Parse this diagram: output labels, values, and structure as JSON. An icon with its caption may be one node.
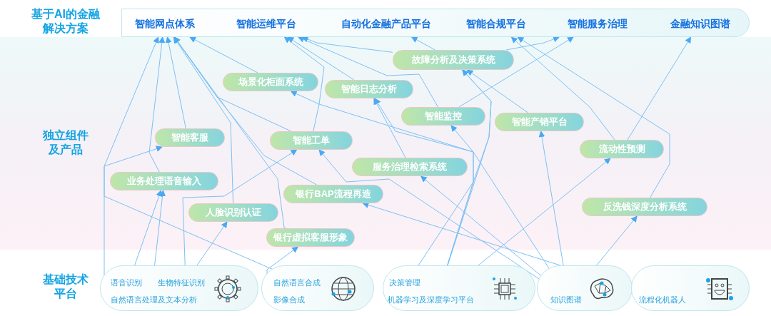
{
  "diagram": {
    "nodes": [
      {
        "text": [],
        "shape": "box"
      },
      {
        "text": [
          "智能网点体系"
        ],
        "in": 0
      },
      {
        "text": [
          "智能运维平台"
        ],
        "in": 0
      },
      {
        "text": [
          "自动化金融产品平台"
        ],
        "in": 0
      },
      {
        "text": [
          "智能合规平台"
        ],
        "in": 0
      },
      {
        "text": [
          "智能服务治理"
        ],
        "in": 0
      },
      {
        "text": [
          "金融知识图谱"
        ],
        "in": 0
      },
      {
        "text": [
          "故障分析及决策系统"
        ]
      },
      {
        "text": [
          "场景化柜面系统"
        ]
      },
      {
        "text": [
          "智能日志分析"
        ]
      },
      {
        "text": [
          "智能监控"
        ]
      },
      {
        "text": [
          "智能产销平台"
        ]
      },
      {
        "text": [
          "智能客服"
        ]
      },
      {
        "text": [
          "智能工单"
        ]
      },
      {
        "text": [
          "流动性预测"
        ]
      },
      {
        "text": [
          "服务治理检索系统"
        ]
      },
      {
        "text": [
          "业务处理语音输入"
        ]
      },
      {
        "text": [
          "银行BAP流程再造"
        ]
      },
      {
        "text": [
          "人脸识别认证"
        ]
      },
      {
        "text": [
          "反洗钱深度分析系统"
        ]
      },
      {
        "text": [
          "银行虚拟客服形象"
        ]
      },
      {
        "text": [],
        "shape": "box"
      },
      {
        "text": [
          "语音识别"
        ],
        "in": 21
      },
      {
        "text": [
          "生物特征识别"
        ],
        "in": 21
      },
      {
        "text": [
          "自然语言处理及文本分析"
        ],
        "in": 21
      },
      {
        "text": [],
        "shape": "box"
      },
      {
        "text": [
          "自然语言合成"
        ],
        "in": 25
      },
      {
        "text": [
          "影像合成"
        ],
        "in": 25
      },
      {
        "text": [],
        "shape": "box"
      },
      {
        "text": [
          "决策管理"
        ],
        "in": 28
      },
      {
        "text": [
          "机器学习及深度学习平台"
        ],
        "in": 28
      },
      {
        "text": [],
        "shape": "box"
      },
      {
        "text": [
          "知识图谱"
        ],
        "in": 31
      },
      {
        "text": [],
        "shape": "box"
      },
      {
        "text": [
          "流程化机器人"
        ],
        "in": 33
      }
    ],
    "edges": [
      {
        "from": 22,
        "to": 16,
        "arrow": "to"
      },
      {
        "from": 24,
        "to": 16,
        "arrow": "to"
      },
      {
        "from": 24,
        "to": 12,
        "arrow": "to"
      },
      {
        "from": 23,
        "to": 18,
        "arrow": "to"
      },
      {
        "from": 23,
        "to": 13,
        "arrow": "to"
      },
      {
        "from": 26,
        "to": 1,
        "arrow": "to"
      },
      {
        "from": 27,
        "to": 20,
        "arrow": "to"
      },
      {
        "from": 29,
        "to": 7,
        "arrow": "to"
      },
      {
        "from": 30,
        "to": 7,
        "arrow": "to"
      },
      {
        "from": 30,
        "to": 10,
        "arrow": "to"
      },
      {
        "from": 30,
        "to": 14,
        "arrow": "to"
      },
      {
        "from": 30,
        "to": 9,
        "arrow": "to"
      },
      {
        "from": 32,
        "to": 19,
        "arrow": "to"
      },
      {
        "from": 32,
        "to": 11,
        "arrow": "to"
      },
      {
        "from": 32,
        "to": 15,
        "arrow": "to"
      },
      {
        "from": 32,
        "to": 8,
        "arrow": "to"
      },
      {
        "from": 32,
        "to": 13,
        "arrow": "to"
      },
      {
        "from": 34,
        "to": 17,
        "arrow": "to"
      },
      {
        "from": 12,
        "to": 1,
        "arrow": "to"
      },
      {
        "from": 16,
        "to": 1,
        "arrow": "to"
      },
      {
        "from": 18,
        "to": 1,
        "arrow": "to"
      },
      {
        "from": 20,
        "to": 1,
        "arrow": "to"
      },
      {
        "from": 13,
        "to": 1,
        "arrow": "to"
      },
      {
        "from": 8,
        "to": 1,
        "arrow": "to"
      },
      {
        "from": 17,
        "to": 1,
        "arrow": "to"
      },
      {
        "from": 13,
        "to": 2,
        "arrow": "to"
      },
      {
        "from": 9,
        "to": 2,
        "arrow": "to"
      },
      {
        "from": 10,
        "to": 2,
        "arrow": "to"
      },
      {
        "from": 7,
        "to": 2,
        "arrow": "to"
      },
      {
        "from": 7,
        "to": 3,
        "arrow": "to"
      },
      {
        "from": 7,
        "to": 5,
        "arrow": "to"
      },
      {
        "from": 10,
        "to": 5,
        "arrow": "to"
      },
      {
        "from": 14,
        "to": 4,
        "arrow": "to"
      },
      {
        "from": 19,
        "to": 4,
        "arrow": "to"
      },
      {
        "from": 14,
        "to": 6,
        "arrow": "to"
      },
      {
        "from": 11,
        "to": 7,
        "arrow": "to"
      },
      {
        "from": 15,
        "to": 9,
        "arrow": "to"
      }
    ],
    "labels": [
      "基于AI的金融解决方案",
      "独立组件及产品",
      "基础技术平台"
    ]
  }
}
